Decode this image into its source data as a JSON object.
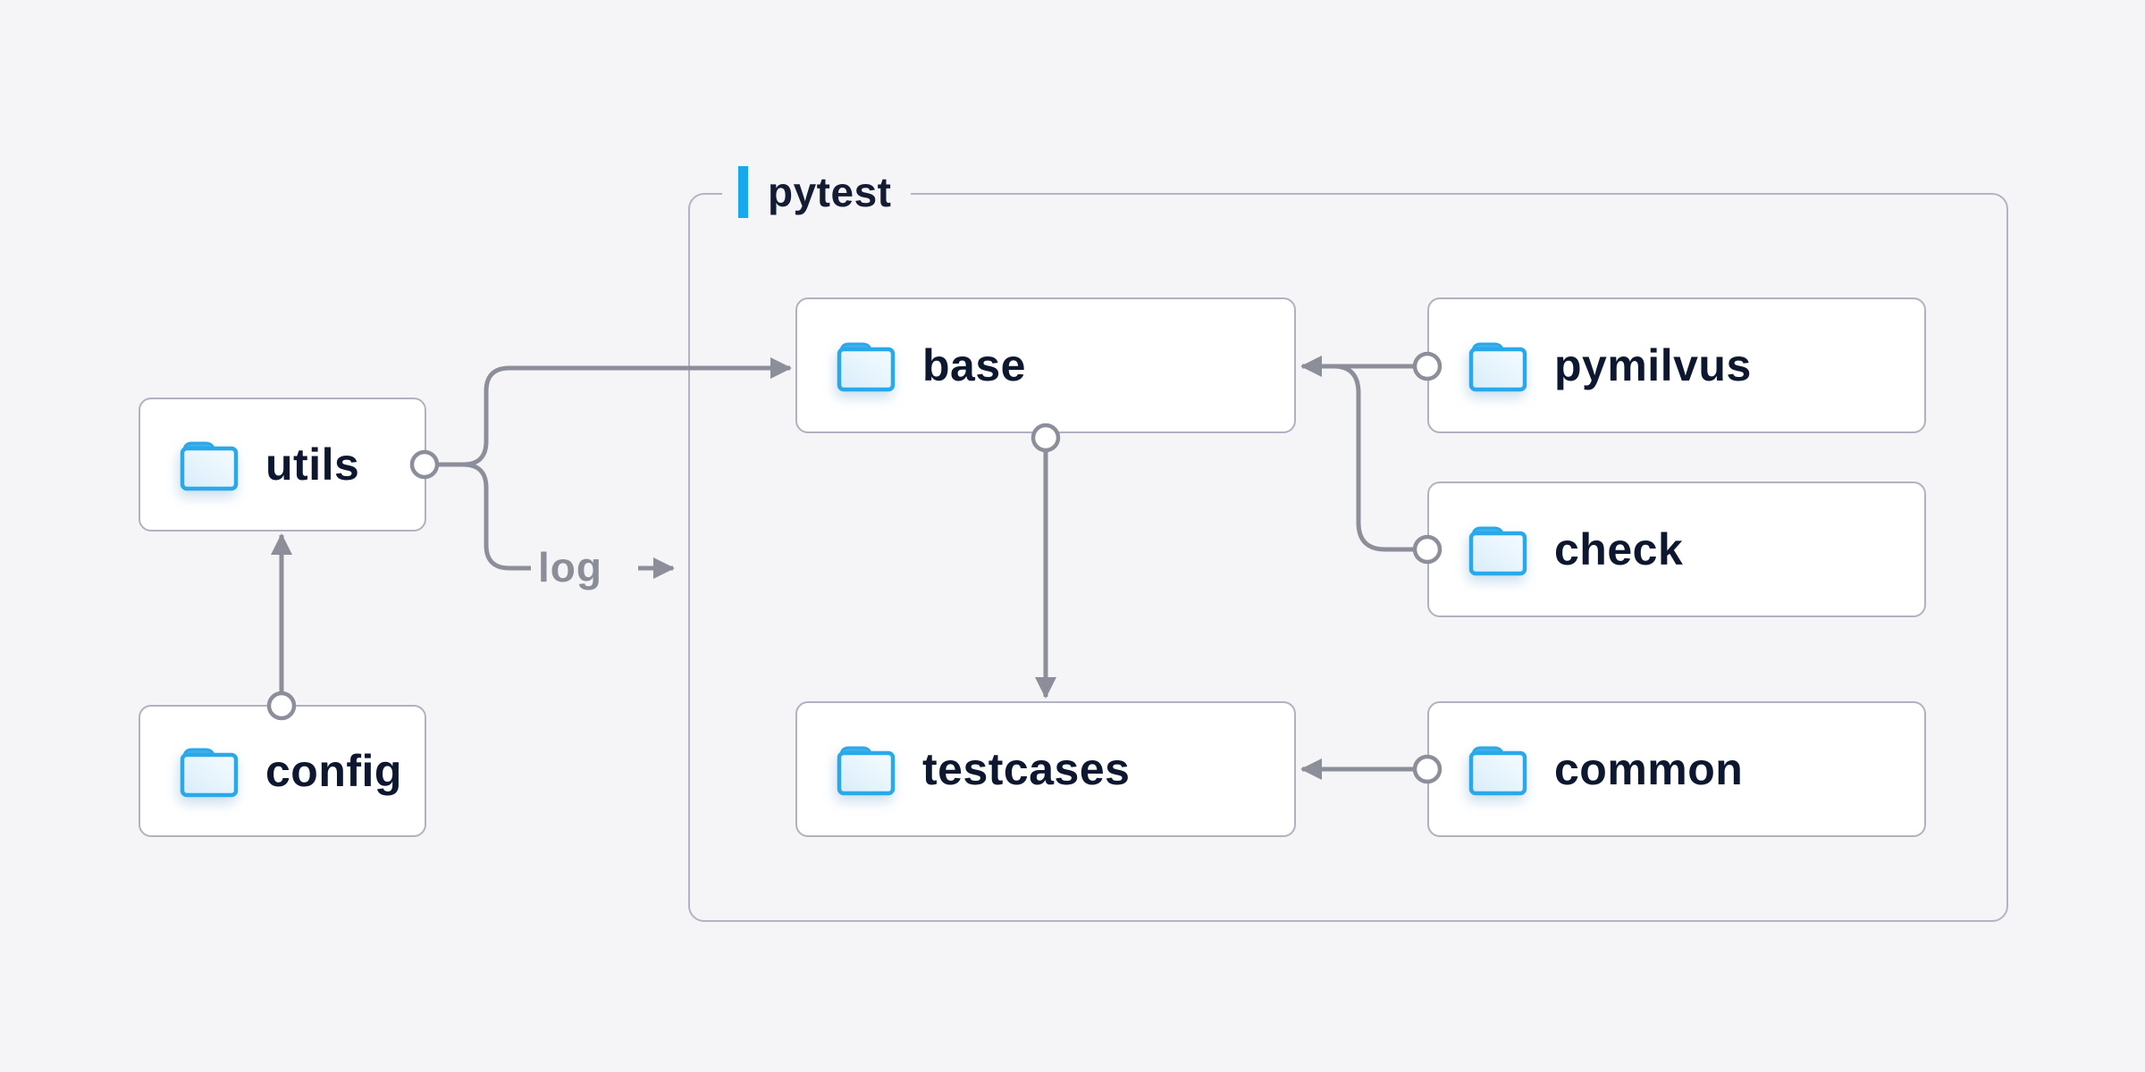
{
  "diagram": {
    "container": {
      "label": "pytest"
    },
    "edge_label": "log",
    "nodes": {
      "utils": {
        "label": "utils",
        "icon": "folder-icon"
      },
      "config": {
        "label": "config",
        "icon": "folder-icon"
      },
      "base": {
        "label": "base",
        "icon": "folder-icon"
      },
      "pymilvus": {
        "label": "pymilvus",
        "icon": "folder-icon"
      },
      "check": {
        "label": "check",
        "icon": "folder-icon"
      },
      "testcases": {
        "label": "testcases",
        "icon": "folder-icon"
      },
      "common": {
        "label": "common",
        "icon": "folder-icon"
      }
    },
    "edges": [
      {
        "from": "config",
        "to": "utils"
      },
      {
        "from": "utils",
        "to": "base"
      },
      {
        "from": "utils",
        "to": "log",
        "label": "log"
      },
      {
        "from": "pymilvus",
        "to": "base"
      },
      {
        "from": "check",
        "to": "base"
      },
      {
        "from": "base",
        "to": "testcases"
      },
      {
        "from": "common",
        "to": "testcases"
      }
    ],
    "colors": {
      "accent_blue": "#16a9f0",
      "folder_blue": "#2aa9ea",
      "text_navy": "#0d1830",
      "line_gray": "#8c8f9a",
      "box_border": "#b0b2c0",
      "background": "#f5f5f7"
    }
  }
}
